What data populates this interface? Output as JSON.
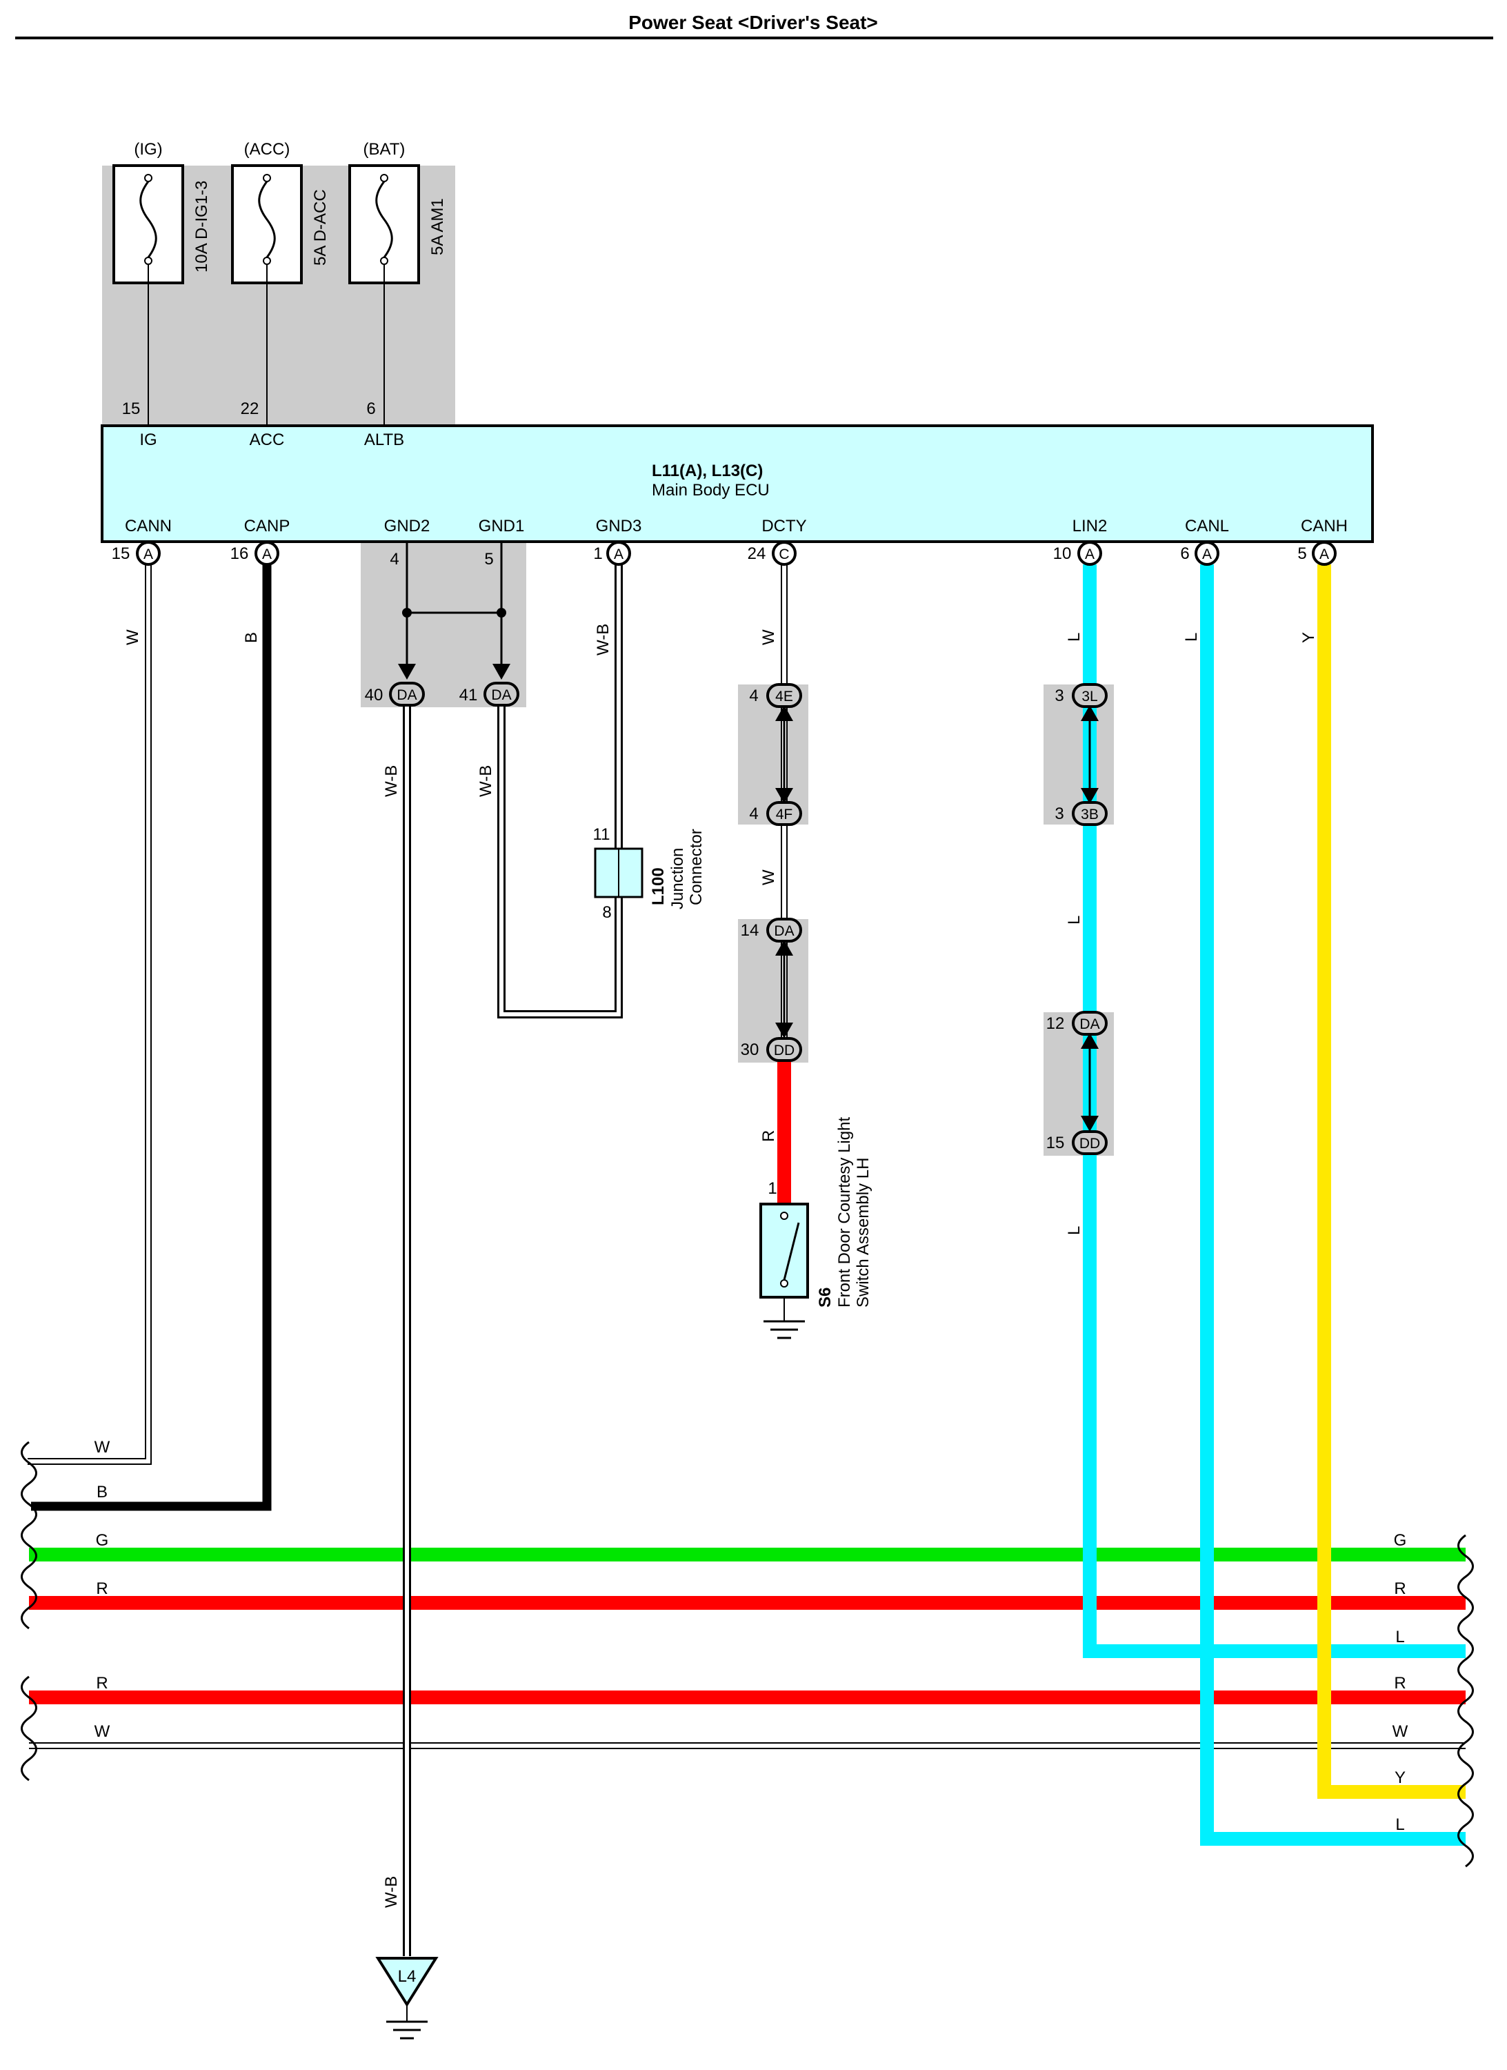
{
  "title": "Power Seat <Driver's Seat>",
  "fuses": [
    {
      "source": "(IG)",
      "label": "10A D-IG1-3",
      "pin": "15",
      "terminal": "IG"
    },
    {
      "source": "(ACC)",
      "label": "5A D-ACC",
      "pin": "22",
      "terminal": "ACC"
    },
    {
      "source": "(BAT)",
      "label": "5A AM1",
      "pin": "6",
      "terminal": "ALTB"
    }
  ],
  "ecu": {
    "connectors": "L11(A), L13(C)",
    "name": "Main Body ECU",
    "terminals": [
      {
        "name": "CANN",
        "pin": "15",
        "conn": "A"
      },
      {
        "name": "CANP",
        "pin": "16",
        "conn": "A"
      },
      {
        "name": "GND2",
        "pin": "4",
        "conn": ""
      },
      {
        "name": "GND1",
        "pin": "5",
        "conn": ""
      },
      {
        "name": "GND3",
        "pin": "1",
        "conn": "A"
      },
      {
        "name": "DCTY",
        "pin": "24",
        "conn": "C"
      },
      {
        "name": "LIN2",
        "pin": "10",
        "conn": "A"
      },
      {
        "name": "CANL",
        "pin": "6",
        "conn": "A"
      },
      {
        "name": "CANH",
        "pin": "5",
        "conn": "A"
      }
    ]
  },
  "wire_labels": {
    "cann": "W",
    "canp": "B",
    "gnd3": "W-B",
    "dcty": "W",
    "lin2": "L",
    "canl": "L",
    "canh": "Y",
    "da40": "W-B",
    "da41": "W-B",
    "dcty_mid": "W",
    "lin2_mid": "L",
    "dcty_red": "R",
    "lin2_low": "L",
    "ground": "W-B"
  },
  "connectors": [
    {
      "pin": "40",
      "code": "DA"
    },
    {
      "pin": "41",
      "code": "DA"
    },
    {
      "pin": "4",
      "code": "4E"
    },
    {
      "pin": "4",
      "code": "4F"
    },
    {
      "pin": "14",
      "code": "DA"
    },
    {
      "pin": "30",
      "code": "DD"
    },
    {
      "pin": "3",
      "code": "3L"
    },
    {
      "pin": "3",
      "code": "3B"
    },
    {
      "pin": "12",
      "code": "DA"
    },
    {
      "pin": "15",
      "code": "DD"
    }
  ],
  "junction": {
    "id": "L100",
    "name": "Junction",
    "name2": "Connector",
    "pin_top": "11",
    "pin_bottom": "8"
  },
  "switch": {
    "id": "S6",
    "name": "Front Door Courtesy Light",
    "name2": "Switch Assembly LH",
    "pin": "1"
  },
  "ground": {
    "id": "L4"
  },
  "bus_left": [
    "W",
    "B",
    "G",
    "R",
    "R",
    "W"
  ],
  "bus_right": [
    "G",
    "R",
    "L",
    "R",
    "W",
    "Y",
    "L"
  ],
  "colors": {
    "lightblue": "#ccffff",
    "cyan": "#00f0ff",
    "yellow": "#ffe800",
    "red": "#ff0000",
    "green": "#00e600",
    "black": "#000000",
    "gray": "#cccccc"
  }
}
